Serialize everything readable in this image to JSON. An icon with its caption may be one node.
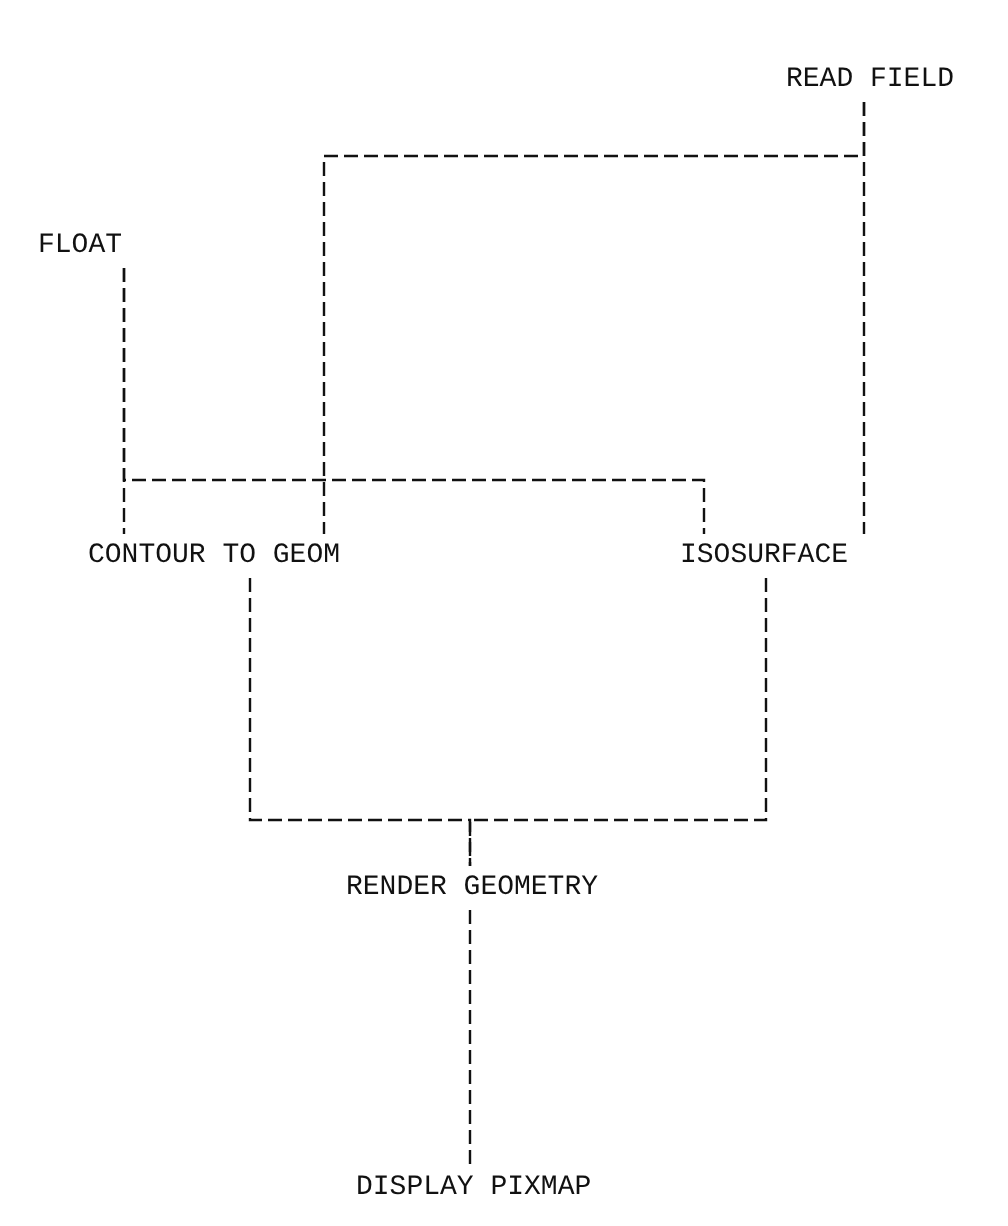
{
  "diagram": {
    "nodes": [
      {
        "text": [
          "READ FIELD"
        ]
      },
      {
        "text": [
          "FLOAT"
        ]
      },
      {
        "text": [
          "CONTOUR TO GEOM"
        ]
      },
      {
        "text": [
          "ISOSURFACE"
        ]
      },
      {
        "text": [
          "RENDER GEOMETRY"
        ]
      },
      {
        "text": [
          "DISPLAY PIXMAP"
        ]
      }
    ],
    "edges": [
      {
        "from": 0,
        "to": 2,
        "arrow": "none"
      },
      {
        "from": 0,
        "to": 3,
        "arrow": "none"
      },
      {
        "from": 1,
        "to": 2,
        "arrow": "none"
      },
      {
        "from": 1,
        "to": 3,
        "arrow": "none"
      },
      {
        "from": 2,
        "to": 4,
        "arrow": "none"
      },
      {
        "from": 3,
        "to": 4,
        "arrow": "none"
      },
      {
        "from": 4,
        "to": 5,
        "arrow": "none"
      }
    ]
  }
}
